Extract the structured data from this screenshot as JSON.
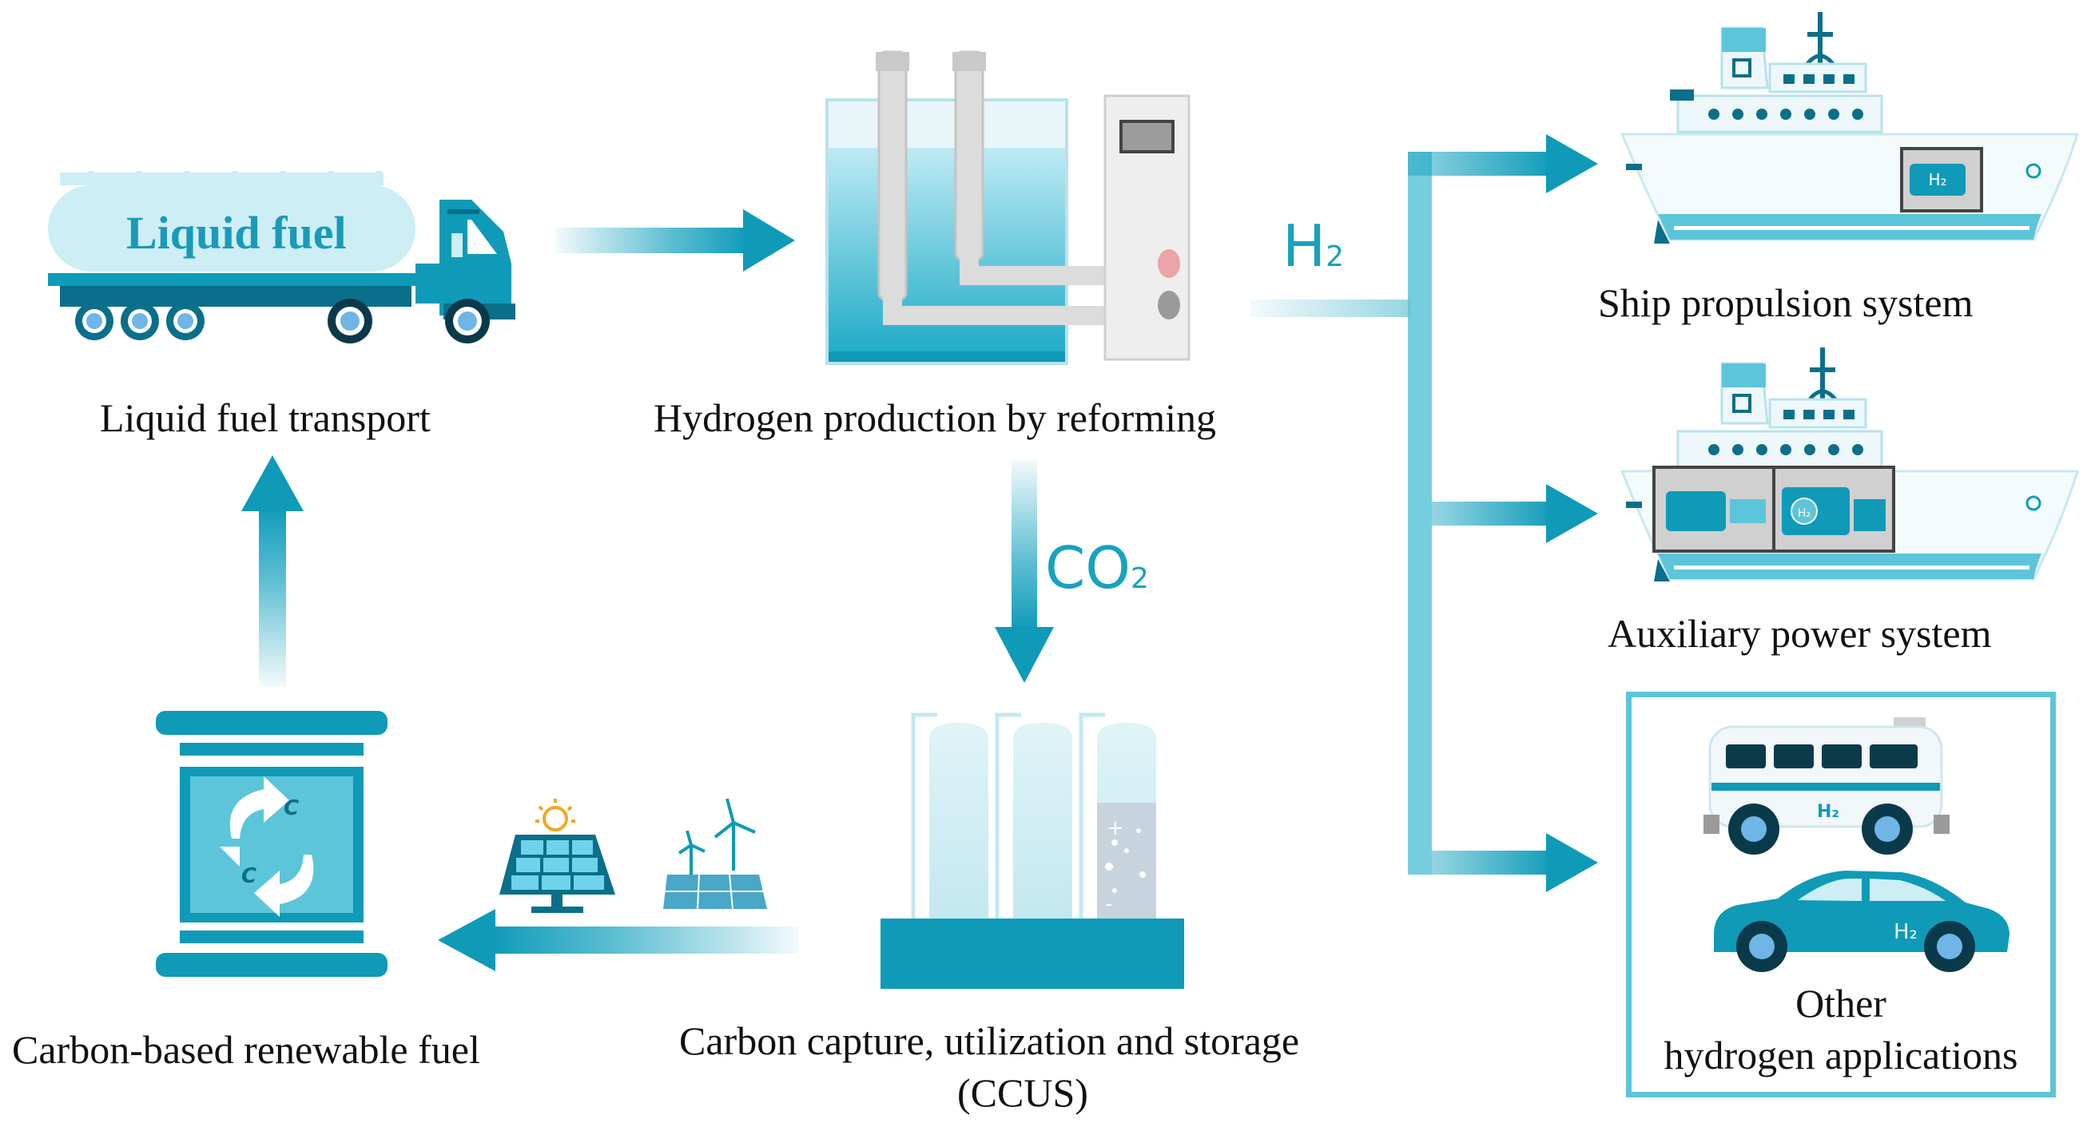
{
  "nodes": {
    "liquid_fuel_transport": "Liquid fuel transport",
    "hydrogen_production": "Hydrogen production by reforming",
    "ship_propulsion": "Ship propulsion system",
    "auxiliary_power": "Auxiliary power system",
    "other_applications_line1": "Other",
    "other_applications_line2": "hydrogen applications",
    "carbon_renewable_fuel": "Carbon-based renewable fuel",
    "ccus_line1": "Carbon capture, utilization and storage",
    "ccus_line2": "(CCUS)"
  },
  "truck_label": "Liquid fuel",
  "flows": {
    "h2_symbol": "H",
    "h2_subscript": "2",
    "co2_symbol": "CO",
    "co2_subscript": "2"
  },
  "icon_text": {
    "carbon_c1": "C",
    "carbon_c2": "C",
    "h2_tag": "H₂",
    "h2_tag_small": "H₂"
  },
  "colors": {
    "primary": "#0f9ab8",
    "accent": "#17a2bf",
    "light": "#cdeef5",
    "dark": "#0a6f8a"
  }
}
